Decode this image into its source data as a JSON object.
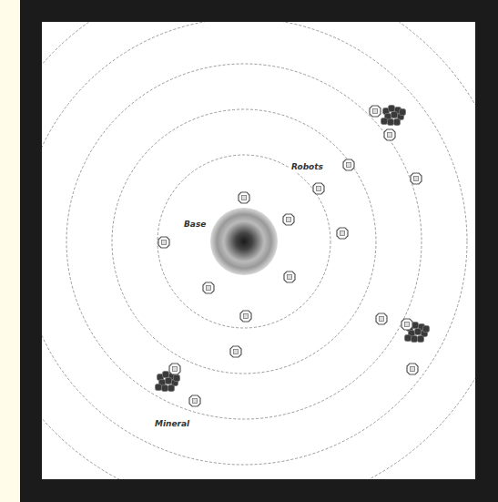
{
  "diagram": {
    "labels": [
      "Base",
      "Robots",
      "Mineral"
    ]
  }
}
